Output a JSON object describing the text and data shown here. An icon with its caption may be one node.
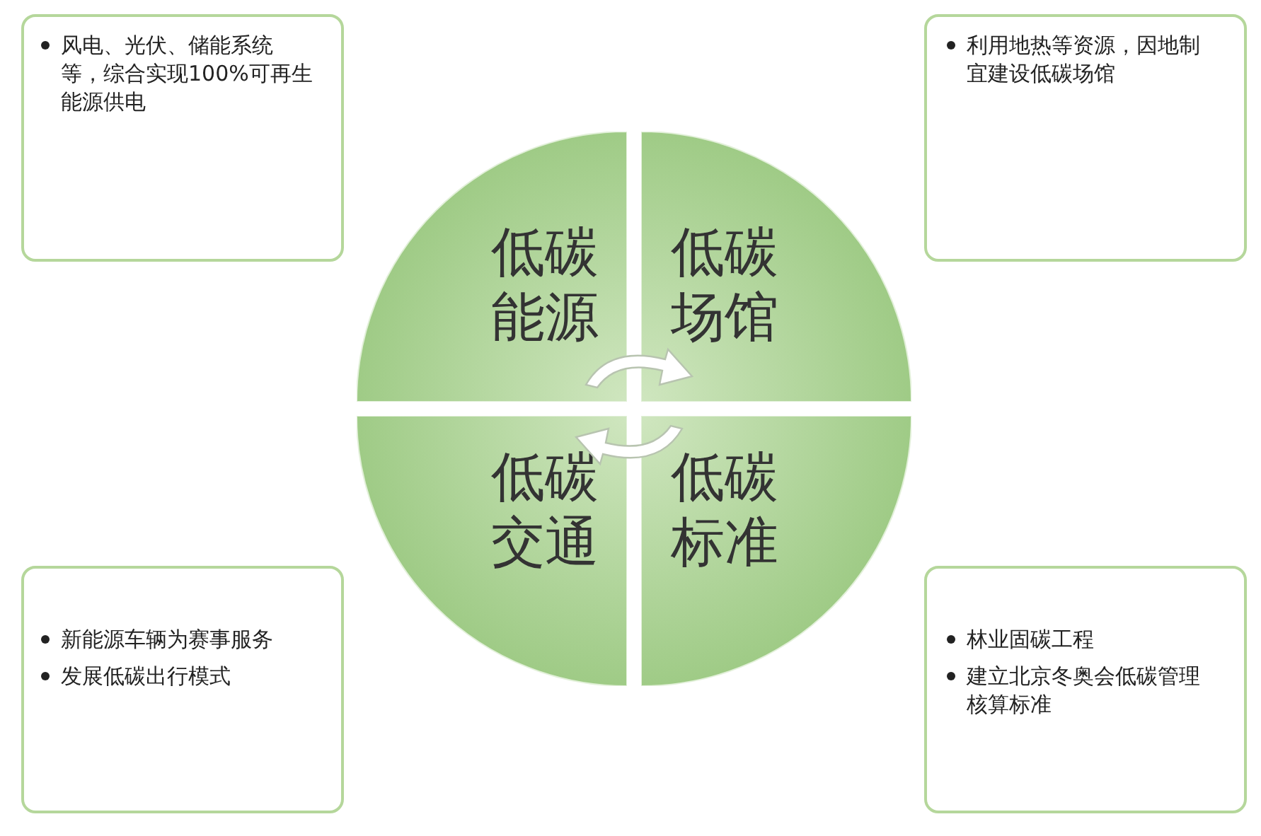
{
  "diagram": {
    "nodes": [
      {
        "text": [
          "风电、光伏、储能系统等，综合实现100%可再生能源供电"
        ]
      },
      {
        "text": [
          "利用地热等资源，因地制宜建设低碳场馆"
        ]
      },
      {
        "text": [
          "低碳能源"
        ]
      },
      {
        "text": [
          "低碳场馆"
        ]
      },
      {
        "text": [
          "低碳交通"
        ]
      },
      {
        "text": [
          "低碳标准"
        ]
      },
      {
        "text": [
          "新能源车辆为赛事服务",
          "发展低碳出行模式"
        ]
      },
      {
        "text": [
          "林业固碳工程",
          "建立北京冬奥会低碳管理核算标准"
        ]
      }
    ],
    "edges": []
  }
}
